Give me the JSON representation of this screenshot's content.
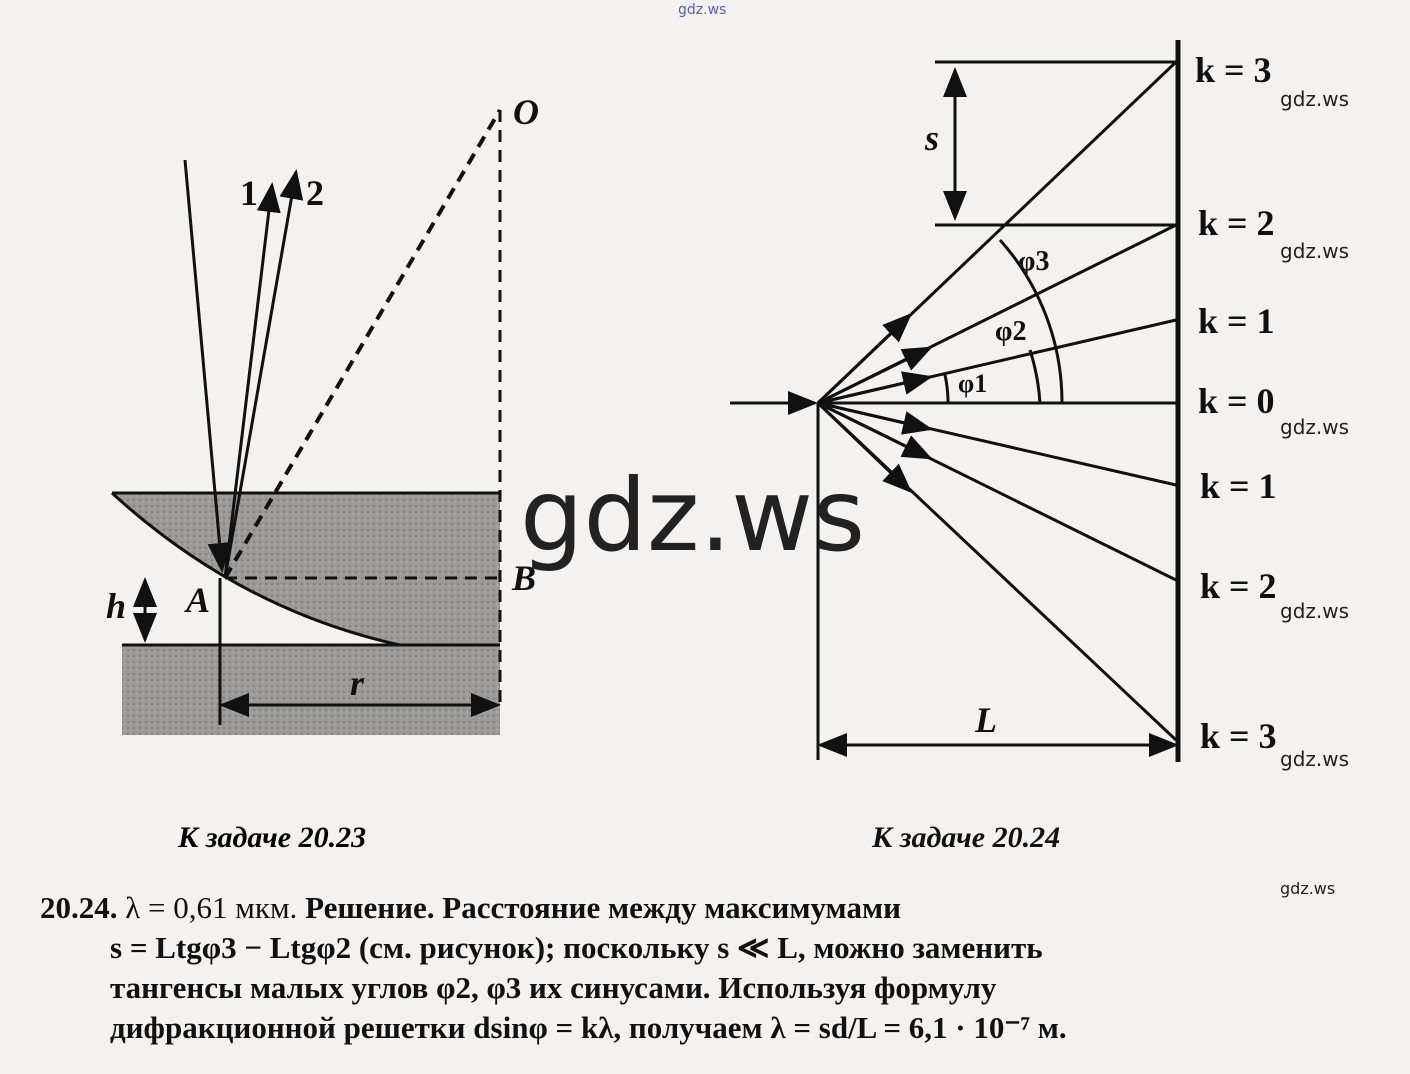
{
  "watermark_top": "gdz.ws",
  "watermark_center": "gdz.ws",
  "watermark_small": "gdz.ws",
  "fig_left": {
    "caption": "К задаче 20.23",
    "labels": {
      "O": "O",
      "B": "B",
      "A": "A",
      "h": "h",
      "r": "r",
      "ray1": "1",
      "ray2": "2"
    }
  },
  "fig_right": {
    "caption": "К задаче 20.24",
    "orders": [
      "k = 3",
      "k = 2",
      "k = 1",
      "k = 0",
      "k = 1",
      "k = 2",
      "k = 3"
    ],
    "angles": [
      "φ3",
      "φ2",
      "φ1"
    ],
    "s_label": "s",
    "L_label": "L"
  },
  "solution": {
    "number": "20.24.",
    "answer": "λ = 0,61 мкм.",
    "heading": "Решение.",
    "line1": "Расстояние между максимумами",
    "line2": "s = Ltgφ3 − Ltgφ2 (см. рисунок); поскольку s ≪ L, можно заменить",
    "line3": "тангенсы малых углов φ2, φ3 их синусами. Используя формулу",
    "line4": "дифракционной решетки dsinφ = kλ, получаем λ = sd/L = 6,1 · 10⁻⁷ м."
  }
}
